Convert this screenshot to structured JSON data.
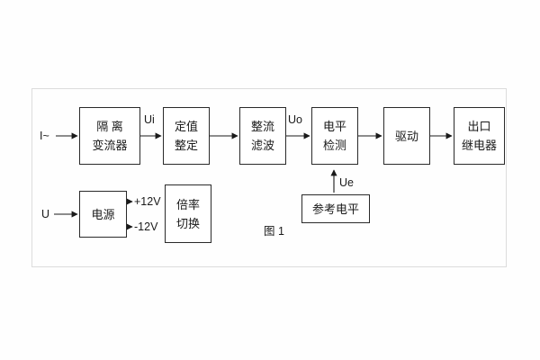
{
  "labels": {
    "input_current": "I~",
    "input_voltage": "U",
    "ui": "Ui",
    "uo": "Uo",
    "ue": "Ue",
    "plus_12v": "+12V",
    "minus_12v": "-12V",
    "caption": "图 1"
  },
  "blocks": {
    "isolation": {
      "line1": "隔 离",
      "line2": "变流器"
    },
    "setting": {
      "line1": "定值",
      "line2": "整定"
    },
    "rectifier": {
      "line1": "整流",
      "line2": "滤波"
    },
    "level_detect": {
      "line1": "电平",
      "line2": "检测"
    },
    "drive": {
      "label": "驱动"
    },
    "output_relay": {
      "line1": "出口",
      "line2": "继电器"
    },
    "power": {
      "label": "电源"
    },
    "multiplier": {
      "line1": "倍率",
      "line2": "切换"
    },
    "reference": {
      "label": "参考电平"
    }
  }
}
